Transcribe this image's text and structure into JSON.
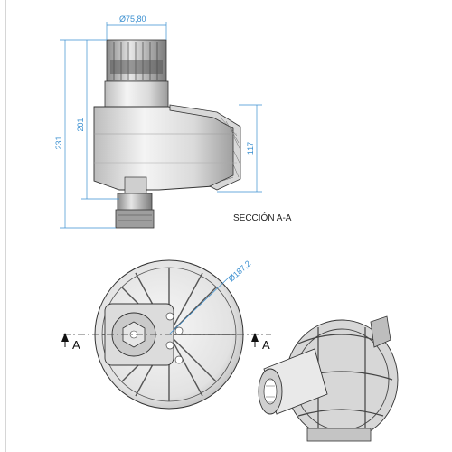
{
  "dimensions": {
    "diameter_top": "Ø75,80",
    "height_total": "231",
    "height_body": "201",
    "height_housing": "117",
    "diameter_plan": "Ø187,2"
  },
  "labels": {
    "section_title": "SECCIÓN A-A",
    "section_mark_left": "A",
    "section_mark_right": "A"
  },
  "colors": {
    "dimension": "#3a8fd0",
    "outline": "#333333",
    "body_light": "#e8e8e8",
    "body_mid": "#c9c9c9",
    "body_dark": "#8a8a8a"
  }
}
